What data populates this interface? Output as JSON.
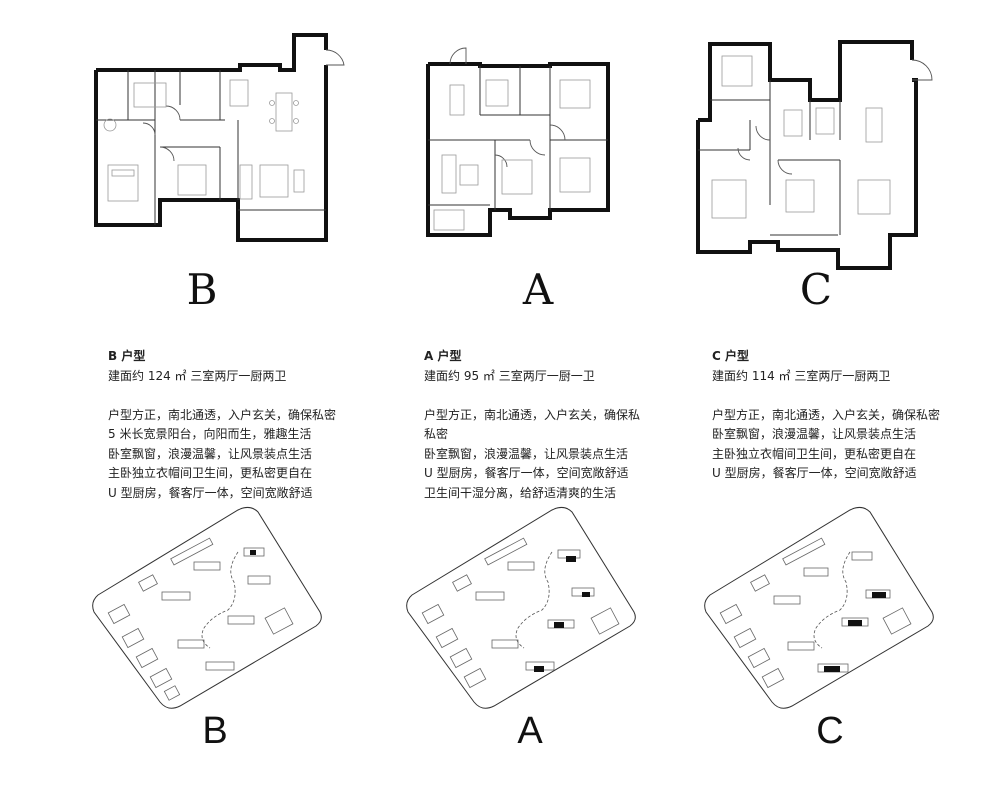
{
  "units": [
    {
      "letter": "B",
      "title": "B 户型",
      "area_line": "建面约 124 ㎡ 三室两厅一厨两卫",
      "lines": [
        "户型方正，南北通透，入户玄关，确保私密",
        "5 米长宽景阳台，向阳而生，雅趣生活",
        "卧室飘窗，浪漫温馨，让风景装点生活",
        "主卧独立衣帽间卫生间，更私密更自在",
        "U 型厨房，餐客厅一体，空间宽敞舒适"
      ]
    },
    {
      "letter": "A",
      "title": "A 户型",
      "area_line": "建面约 95 ㎡ 三室两厅一厨一卫",
      "lines": [
        "户型方正，南北通透，入户玄关，确保私",
        "私密",
        "卧室飘窗，浪漫温馨，让风景装点生活",
        "U 型厨房，餐客厅一体，空间宽敞舒适",
        "卫生间干湿分离，给舒适清爽的生活"
      ]
    },
    {
      "letter": "C",
      "title": "C 户型",
      "area_line": "建面约 114 ㎡ 三室两厅一厨两卫",
      "lines": [
        "户型方正，南北通透，入户玄关，确保私密",
        "卧室飘窗，浪漫温馨，让风景装点生活",
        "主卧独立衣帽间卫生间，更私密更自在",
        "U 型厨房，餐客厅一体，空间宽敞舒适"
      ]
    }
  ]
}
